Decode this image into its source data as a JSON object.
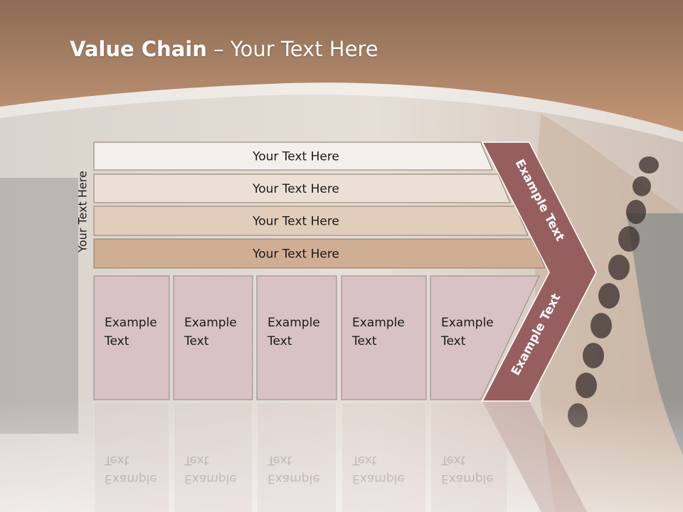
{
  "slide": {
    "title_bold": "Value Chain",
    "title_rest": " – Your Text Here",
    "side_label": "Your Text Here"
  },
  "support_rows": [
    {
      "label": "Your Text Here",
      "color": "#f4efea"
    },
    {
      "label": "Your Text Here",
      "color": "#ece0d6"
    },
    {
      "label": "Your Text Here",
      "color": "#e2cdbb"
    },
    {
      "label": "Your Text Here",
      "color": "#cfae94"
    }
  ],
  "primary_boxes": [
    {
      "line1": "Example",
      "line2": "Text"
    },
    {
      "line1": "Example",
      "line2": "Text"
    },
    {
      "line1": "Example",
      "line2": "Text"
    },
    {
      "line1": "Example",
      "line2": "Text"
    },
    {
      "line1": "Example",
      "line2": "Text"
    }
  ],
  "chevron": {
    "upper_label": "Example Text",
    "lower_label": "Example Text",
    "color": "#975e60"
  },
  "colors": {
    "header_brown": "#b98a6d",
    "box_fill": "#d8c2c3"
  }
}
